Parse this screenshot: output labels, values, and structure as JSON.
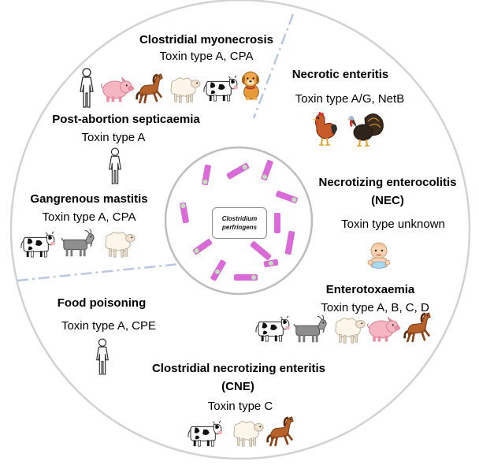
{
  "center_label": {
    "line1": "Clostridium",
    "line2": "perfringens"
  },
  "diseases": [
    {
      "id": "clostridial-myonecrosis",
      "title": "Clostridial myonecrosis",
      "toxin": "Toxin type A, CPA",
      "hosts": [
        "human",
        "pig",
        "horse",
        "sheep",
        "cow",
        "dog"
      ]
    },
    {
      "id": "necrotic-enteritis",
      "title": "Necrotic enteritis",
      "toxin": "Toxin type A/G, NetB",
      "hosts": [
        "chicken",
        "turkey"
      ]
    },
    {
      "id": "post-abortion-septicaemia",
      "title": "Post-abortion septicaemia",
      "toxin": "Toxin type A",
      "hosts": [
        "human"
      ]
    },
    {
      "id": "gangrenous-mastitis",
      "title": "Gangrenous mastitis",
      "toxin": "Toxin type A, CPA",
      "hosts": [
        "cow",
        "goat",
        "sheep"
      ]
    },
    {
      "id": "nec",
      "title_line1": "Necrotizing enterocolitis",
      "title_line2": "(NEC)",
      "toxin": "Toxin type unknown",
      "hosts": [
        "baby"
      ]
    },
    {
      "id": "enterotoxaemia",
      "title": "Enterotoxaemia",
      "toxin": "Toxin type A, B, C, D",
      "hosts": [
        "cow",
        "goat",
        "sheep",
        "pig",
        "horse"
      ]
    },
    {
      "id": "food-poisoning",
      "title": "Food poisoning",
      "toxin": "Toxin type A, CPE",
      "hosts": [
        "human"
      ]
    },
    {
      "id": "cne",
      "title_line1": "Clostridial necrotizing enteritis",
      "title_line2": "(CNE)",
      "toxin": "Toxin type C",
      "hosts": [
        "cow",
        "sheep",
        "horse"
      ]
    }
  ],
  "colors": {
    "outer_ring": "#d2d2d2",
    "inner_ring": "#bdbdbd",
    "divider": "#b9c8e0",
    "bacteria": "#d86bd6",
    "bacteria_tip": "#bfe0b8"
  }
}
